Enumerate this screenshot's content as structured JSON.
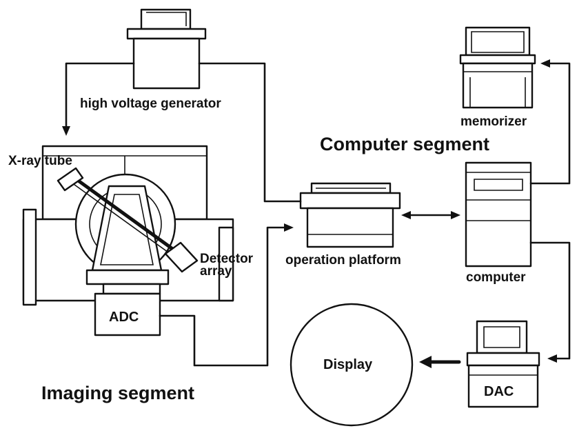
{
  "labels": {
    "high_voltage_generator": "high voltage generator",
    "xray_tube": "X-ray tube",
    "detector": "Detector",
    "array": "array",
    "adc": "ADC",
    "operation_platform": "operation platform",
    "memorizer": "memorizer",
    "computer": "computer",
    "display": "Display",
    "dac": "DAC",
    "computer_segment": "Computer segment",
    "imaging_segment": "Imaging segment"
  }
}
